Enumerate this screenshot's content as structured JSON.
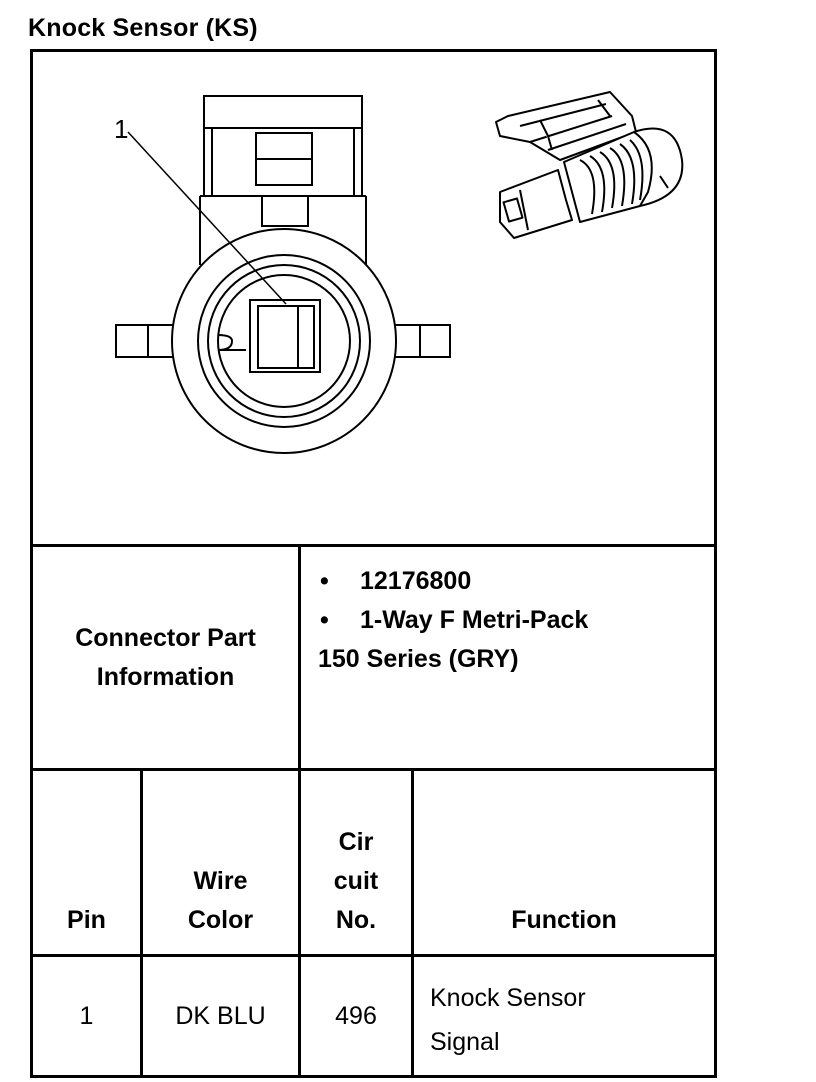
{
  "title": "Knock Sensor (KS)",
  "diagram": {
    "pin_callout": "1",
    "icons": [
      "connector-face-icon",
      "connector-3d-icon"
    ]
  },
  "part_info": {
    "label_line1": "Connector Part",
    "label_line2": "Information",
    "bullet_char": "•",
    "part_number": "12176800",
    "connector_type_line1": "1-Way F Metri-Pack",
    "connector_type_line2": "150 Series (GRY)"
  },
  "pin_table": {
    "headers": {
      "pin": "Pin",
      "wire_line1": "Wire",
      "wire_line2": "Color",
      "circuit_line1": "Cir",
      "circuit_line2": "cuit",
      "circuit_line3": "No.",
      "function": "Function"
    },
    "rows": [
      {
        "pin": "1",
        "wire_color": "DK BLU",
        "circuit": "496",
        "function_line1": "Knock Sensor",
        "function_line2": "Signal"
      }
    ]
  }
}
